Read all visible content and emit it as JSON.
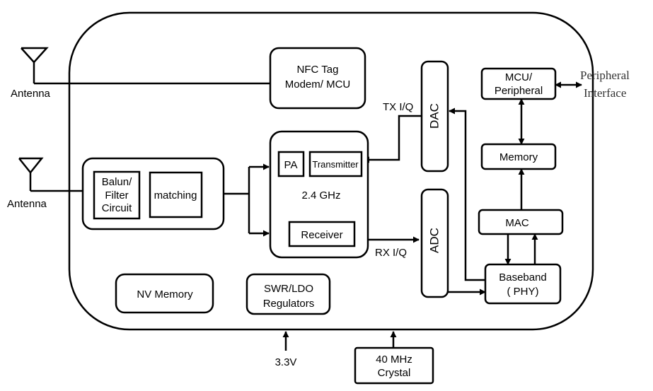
{
  "blocks": {
    "nfc": [
      "NFC Tag",
      "Modem/ MCU"
    ],
    "balun": [
      "Balun/",
      "Filter",
      "Circuit"
    ],
    "matching": "matching",
    "pa": "PA",
    "transmitter": "Transmitter",
    "freq": "2.4 GHz",
    "receiver": "Receiver",
    "dac": "DAC",
    "adc": "ADC",
    "mcu": [
      "MCU/",
      "Peripheral"
    ],
    "memory": "Memory",
    "mac": "MAC",
    "baseband": [
      "Baseband",
      "( PHY)"
    ],
    "nv_memory": "NV Memory",
    "regulators": [
      "SWR/LDO",
      "Regulators"
    ],
    "crystal": [
      "40 MHz",
      "Crystal"
    ]
  },
  "labels": {
    "antenna_top": "Antenna",
    "antenna_bottom": "Antenna",
    "tx_iq": "TX I/Q",
    "rx_iq": "RX I/Q",
    "peripheral_interface": [
      "Peripheral",
      "Interface"
    ],
    "supply": "3.3V"
  }
}
